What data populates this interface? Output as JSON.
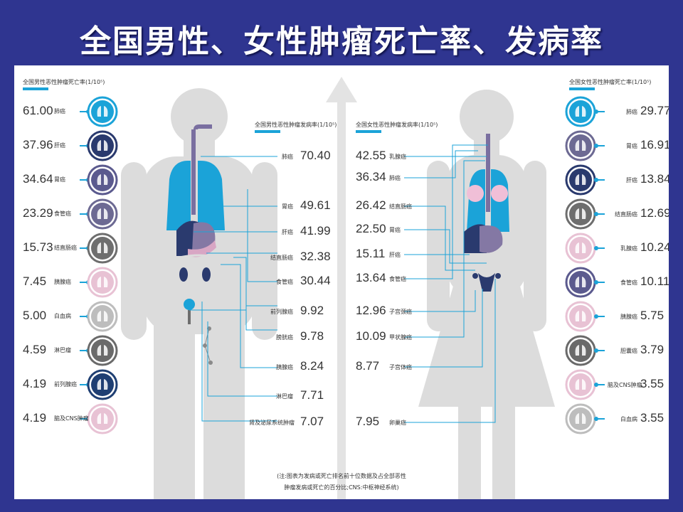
{
  "title": "全国男性、女性肿瘤死亡率、发病率",
  "male_mortality": {
    "heading": "全国男性恶性肿瘤死亡率(1/10⁵)",
    "items": [
      {
        "value": "61.00",
        "name": "肺癌",
        "icon": "lung-icon",
        "color": "#1ba3d8"
      },
      {
        "value": "37.96",
        "name": "肝癌",
        "icon": "liver-icon",
        "color": "#2a3a6e"
      },
      {
        "value": "34.64",
        "name": "胃癌",
        "icon": "stomach-icon",
        "color": "#5b5a8e"
      },
      {
        "value": "23.29",
        "name": "食管癌",
        "icon": "esophagus-icon",
        "color": "#6d6a93"
      },
      {
        "value": "15.73",
        "name": "结直肠癌",
        "icon": "colorectum-icon",
        "color": "#6e6e6e"
      },
      {
        "value": "7.45",
        "name": "胰腺癌",
        "icon": "pancreas-icon",
        "color": "#e8c2d4"
      },
      {
        "value": "5.00",
        "name": "白血病",
        "icon": "blood-cell-icon",
        "color": "#bdbdbd"
      },
      {
        "value": "4.59",
        "name": "淋巴瘤",
        "icon": "lymph-icon",
        "color": "#6a6a6a"
      },
      {
        "value": "4.19",
        "name": "前列腺癌",
        "icon": "prostate-icon",
        "color": "#1f3f73"
      },
      {
        "value": "4.19",
        "name": "脑及CNS肿瘤",
        "icon": "brain-icon",
        "color": "#e8c2d4"
      }
    ]
  },
  "male_incidence": {
    "heading": "全国男性恶性肿瘤发病率(1/10⁵)",
    "items": [
      {
        "name": "肺癌",
        "value": "70.40"
      },
      {
        "name": "胃癌",
        "value": "49.61"
      },
      {
        "name": "肝癌",
        "value": "41.99"
      },
      {
        "name": "结直肠癌",
        "value": "32.38"
      },
      {
        "name": "食管癌",
        "value": "30.44"
      },
      {
        "name": "前列腺癌",
        "value": "9.92"
      },
      {
        "name": "膀胱癌",
        "value": "9.78"
      },
      {
        "name": "胰腺癌",
        "value": "8.24"
      },
      {
        "name": "淋巴瘤",
        "value": "7.71"
      },
      {
        "name": "肾及泌尿系统肿瘤",
        "value": "7.07"
      }
    ]
  },
  "female_incidence": {
    "heading": "全国女性恶性肿瘤发病率(1/10⁵)",
    "items": [
      {
        "value": "42.55",
        "name": "乳腺癌"
      },
      {
        "value": "36.34",
        "name": "肺癌"
      },
      {
        "value": "26.42",
        "name": "结直肠癌"
      },
      {
        "value": "22.50",
        "name": "胃癌"
      },
      {
        "value": "15.11",
        "name": "肝癌"
      },
      {
        "value": "13.64",
        "name": "食管癌"
      },
      {
        "value": "12.96",
        "name": "子宫颈癌"
      },
      {
        "value": "10.09",
        "name": "甲状腺癌"
      },
      {
        "value": "8.77",
        "name": "子宫体癌"
      },
      {
        "value": "7.95",
        "name": "卵巢癌"
      }
    ]
  },
  "female_mortality": {
    "heading": "全国女性恶性肿瘤死亡率(1/10⁵)",
    "items": [
      {
        "name": "肺癌",
        "value": "29.77",
        "icon": "lung-icon",
        "color": "#1ba3d8"
      },
      {
        "name": "胃癌",
        "value": "16.91",
        "icon": "stomach-icon",
        "color": "#6d6a93"
      },
      {
        "name": "肝癌",
        "value": "13.84",
        "icon": "liver-icon",
        "color": "#2a3a6e"
      },
      {
        "name": "结直肠癌",
        "value": "12.69",
        "icon": "colorectum-icon",
        "color": "#6e6e6e"
      },
      {
        "name": "乳腺癌",
        "value": "10.24",
        "icon": "breast-icon",
        "color": "#e8c2d4"
      },
      {
        "name": "食管癌",
        "value": "10.11",
        "icon": "esophagus-icon",
        "color": "#5b5a8e"
      },
      {
        "name": "胰腺癌",
        "value": "5.75",
        "icon": "pancreas-icon",
        "color": "#e8c2d4"
      },
      {
        "name": "胆囊癌",
        "value": "3.79",
        "icon": "gallbladder-icon",
        "color": "#6a6a6a"
      },
      {
        "name": "脑及CNS肿瘤",
        "value": "3.55",
        "icon": "brain-icon",
        "color": "#e8c2d4"
      },
      {
        "name": "白血病",
        "value": "3.55",
        "icon": "blood-cell-icon",
        "color": "#bdbdbd"
      }
    ]
  },
  "footnote": {
    "line1": "(注:图表为发病或死亡排名前十位数据及占全部恶性",
    "line2": "肿瘤发病或死亡的百分比;CNS:中枢神经系统)"
  }
}
